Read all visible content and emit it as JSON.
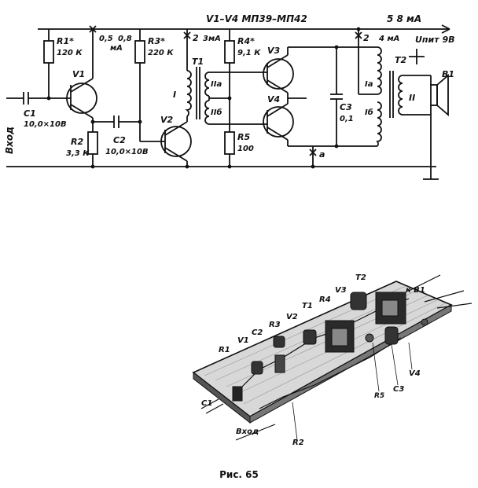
{
  "schematic": {
    "transistor_types": "V1–V4  МП39–МП42",
    "supply_current": "5  8 мА",
    "supply_voltage": "Uпит 9В",
    "input_label": "Вход",
    "points": {
      "p05": "0,5",
      "p08": "0,8",
      "pma": "мА",
      "p2a": "2",
      "p3ma": "3мА",
      "p2b": "2",
      "p4ma": "4 мА",
      "a": "а"
    },
    "components": {
      "R1": {
        "name": "R1*",
        "value": "120 К"
      },
      "R2": {
        "name": "R2",
        "value": "3,3 К"
      },
      "R3": {
        "name": "R3*",
        "value": "220 К"
      },
      "R4": {
        "name": "R4*",
        "value": "9,1 К"
      },
      "R5": {
        "name": "R5",
        "value": "100"
      },
      "C1": {
        "name": "C1",
        "value": "10,0×10В"
      },
      "C2": {
        "name": "C2",
        "value": "10,0×10В"
      },
      "C3": {
        "name": "C3",
        "value": "0,1"
      },
      "V1": "V1",
      "V2": "V2",
      "V3": "V3",
      "V4": "V4",
      "T1": "T1",
      "T2": "T2",
      "B1": "B1",
      "T1_windings": {
        "I": "I",
        "IIa": "IIа",
        "IIb": "IIб"
      },
      "T2_windings": {
        "Ia": "Iа",
        "Ib": "Iб",
        "II": "II"
      }
    }
  },
  "board": {
    "labels": [
      "R1",
      "V1",
      "C2",
      "R3",
      "V2",
      "T1",
      "R4",
      "V3",
      "T2",
      "к В1",
      "C1",
      "Вход",
      "R2",
      "R5",
      "C3",
      "V4"
    ]
  },
  "caption": "Рис. 65"
}
